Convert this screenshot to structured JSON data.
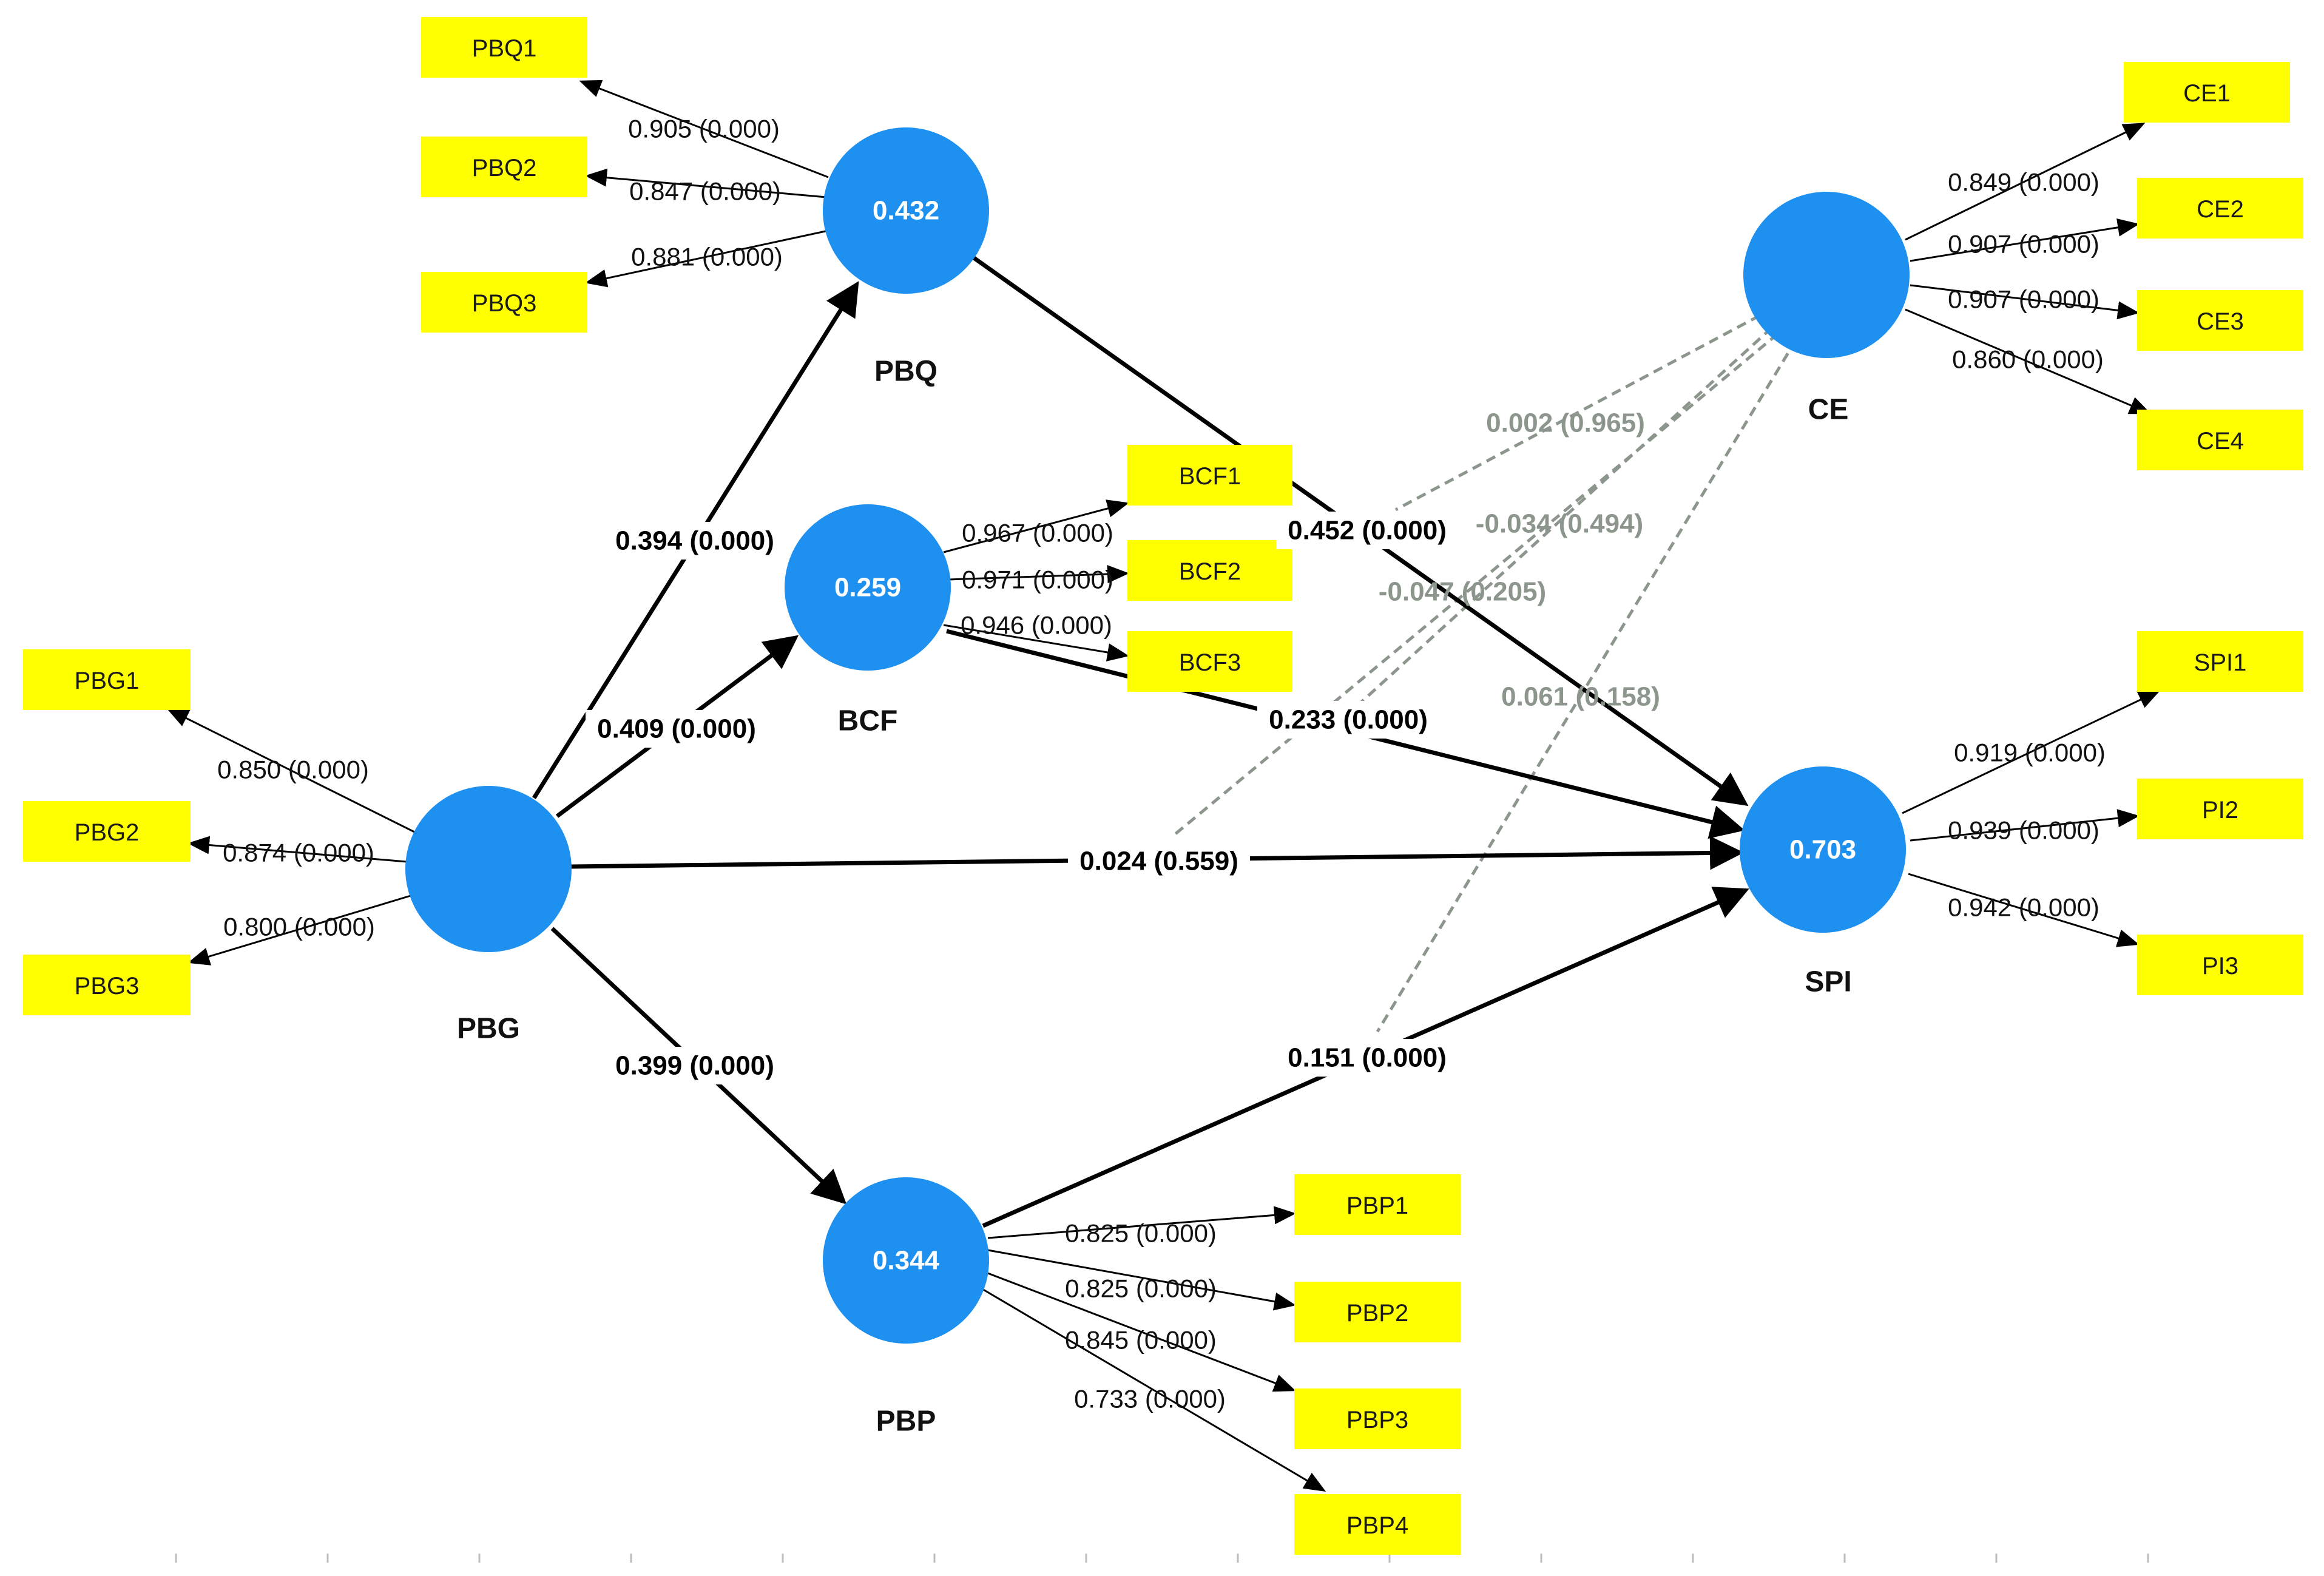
{
  "constructs": {
    "PBQ": {
      "name": "PBQ",
      "r2": "0.432"
    },
    "BCF": {
      "name": "BCF",
      "r2": "0.259"
    },
    "PBG": {
      "name": "PBG",
      "r2": ""
    },
    "PBP": {
      "name": "PBP",
      "r2": "0.344"
    },
    "CE": {
      "name": "CE",
      "r2": ""
    },
    "SPI": {
      "name": "SPI",
      "r2": "0.703"
    }
  },
  "items": {
    "PBQ1": "PBQ1",
    "PBQ2": "PBQ2",
    "PBQ3": "PBQ3",
    "BCF1": "BCF1",
    "BCF2": "BCF2",
    "BCF3": "BCF3",
    "PBG1": "PBG1",
    "PBG2": "PBG2",
    "PBG3": "PBG3",
    "PBP1": "PBP1",
    "PBP2": "PBP2",
    "PBP3": "PBP3",
    "PBP4": "PBP4",
    "CE1": "CE1",
    "CE2": "CE2",
    "CE3": "CE3",
    "CE4": "CE4",
    "SPI1": "SPI1",
    "PI2": "PI2",
    "PI3": "PI3"
  },
  "loadings": {
    "PBQ1": "0.905 (0.000)",
    "PBQ2": "0.847 (0.000)",
    "PBQ3": "0.881 (0.000)",
    "BCF1": "0.967 (0.000)",
    "BCF2": "0.971 (0.000)",
    "BCF3": "0.946 (0.000)",
    "PBG1": "0.850 (0.000)",
    "PBG2": "0.874 (0.000)",
    "PBG3": "0.800 (0.000)",
    "PBP1": "0.825 (0.000)",
    "PBP2": "0.825 (0.000)",
    "PBP3": "0.845 (0.000)",
    "PBP4": "0.733 (0.000)",
    "CE1": "0.849 (0.000)",
    "CE2": "0.907 (0.000)",
    "CE3": "0.907 (0.000)",
    "CE4": "0.860 (0.000)",
    "SPI1": "0.919 (0.000)",
    "PI2": "0.939 (0.000)",
    "PI3": "0.942 (0.000)"
  },
  "paths": {
    "PBG_PBQ": "0.394 (0.000)",
    "PBG_BCF": "0.409 (0.000)",
    "PBG_PBP": "0.399 (0.000)",
    "PBG_SPI": "0.024 (0.559)",
    "PBQ_SPI": "0.452 (0.000)",
    "BCF_SPI": "0.233 (0.000)",
    "PBP_SPI": "0.151 (0.000)"
  },
  "moderation": {
    "m1": "0.002 (0.965)",
    "m2": "-0.034 (0.494)",
    "m3": "-0.047 (0.205)",
    "m4": "0.061 (0.158)"
  },
  "colors": {
    "construct": "#1e90f0",
    "indicator": "#ffff00",
    "moderation": "#8c968c"
  }
}
